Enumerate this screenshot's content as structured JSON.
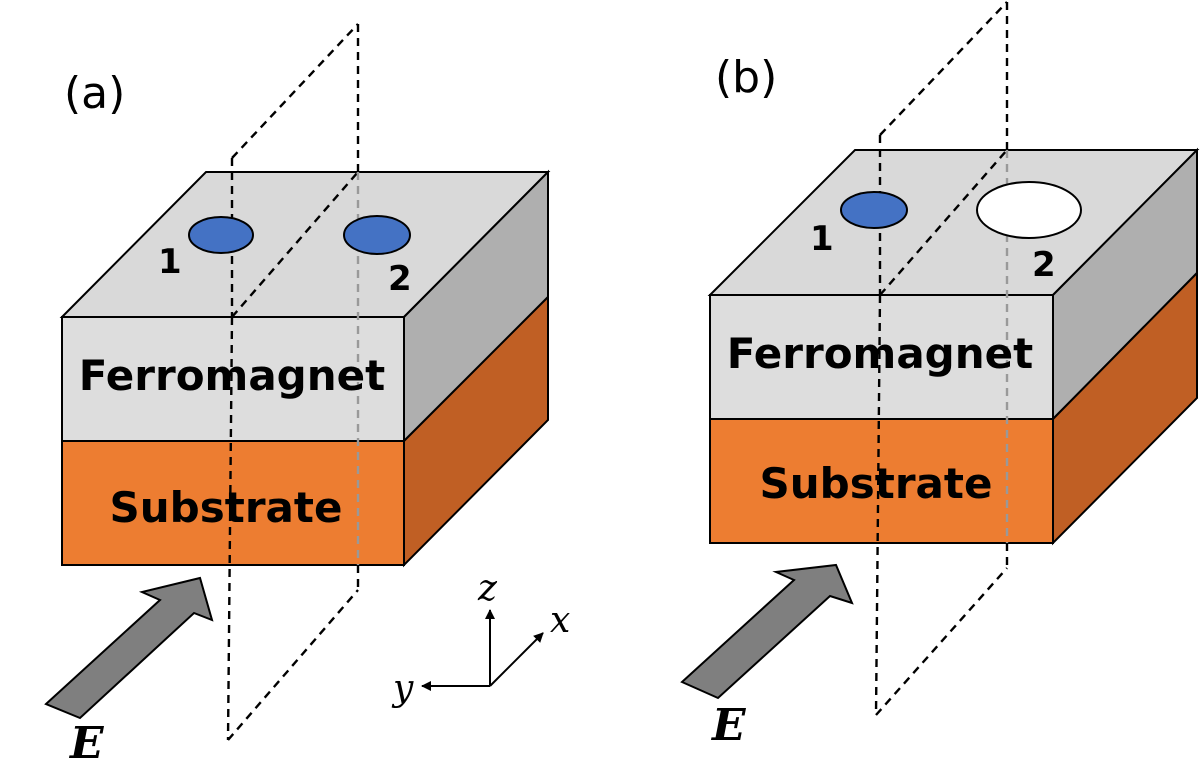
{
  "colors": {
    "top_face": "#D9D9D9",
    "fm_front": "#DDDDDD",
    "fm_side": "#AFAFAF",
    "sub_front": "#ED7D31",
    "sub_side": "#C05F24",
    "spot_blue": "#4472C4",
    "spot_white": "#FFFFFF",
    "arrow": "#7F7F7F"
  },
  "panel_a": {
    "label": "(a)",
    "ferromagnet_label": "Ferromagnet",
    "substrate_label": "Substrate",
    "spot1_label": "1",
    "spot2_label": "2",
    "field_label": "E"
  },
  "panel_b": {
    "label": "(b)",
    "ferromagnet_label": "Ferromagnet",
    "substrate_label": "Substrate",
    "spot1_label": "1",
    "spot2_label": "2",
    "field_label": "E"
  },
  "axes": {
    "x_label": "x",
    "y_label": "y",
    "z_label": "z"
  }
}
